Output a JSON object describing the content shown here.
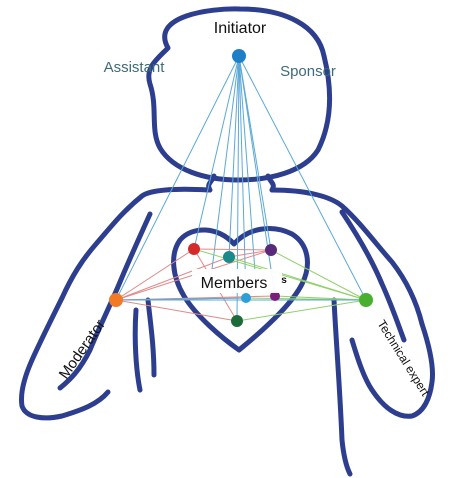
{
  "labels": {
    "initiator": "Initiator",
    "assistant": "Assistant",
    "sponsor": "Sponsor",
    "members": "Members",
    "members_extra": "s",
    "moderator": "Moderator",
    "technical_expert": "Technical expert"
  },
  "colors": {
    "outline": "#2d3e8f",
    "link_blue": "#5ba9d6",
    "link_red": "#e08a8a",
    "link_green": "#8fd16a",
    "role_label": "#3d6b78",
    "initiator_node": "#1e7fc9",
    "moderator_node": "#f07a26",
    "tech_node": "#48b02e",
    "member_red": "#d62a2a",
    "member_teal": "#1a8a8a",
    "member_purple": "#5a2a7a",
    "member_darkgreen": "#1e6b3a",
    "member_lightblue": "#2a9fd8",
    "member_violet": "#7a1f7a"
  }
}
